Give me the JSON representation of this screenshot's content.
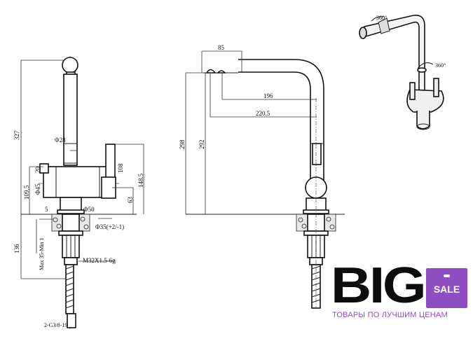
{
  "front_view": {
    "dims": {
      "total_height": "327",
      "stem_diameter": "Φ28",
      "handle_height": "20",
      "body_diameter": "Φ45",
      "body_height": "109.5",
      "right_handle": "108",
      "right_total": "148.5",
      "lever_height": "63",
      "base_offset": "5",
      "base_diameter": "Φ50",
      "hole_diameter": "Φ35(+2/-1)",
      "under_height": "136",
      "counter_thickness": "Max 35-Min 1",
      "thread": "M32X1.5-6g",
      "hose": "2-G3/8-19"
    }
  },
  "side_view": {
    "dims": {
      "spout_width": "85",
      "reach_1": "196",
      "reach_2": "220.5",
      "height_1": "298",
      "height_2": "292"
    }
  },
  "iso_view": {
    "rotation_top": "360°",
    "rotation_spout": "360°"
  },
  "logo": {
    "big": "BIG",
    "sale": "SALE",
    "tagline": "ТОВАРЫ ПО ЛУЧШИМ ЦЕНАМ",
    "accent": "#8f4fc2"
  }
}
